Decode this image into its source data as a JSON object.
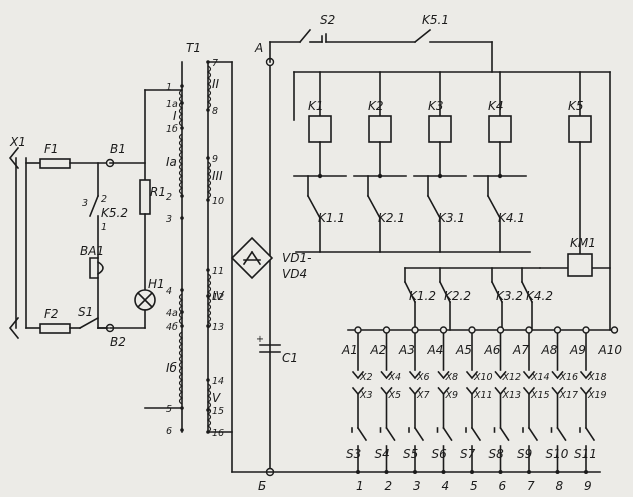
{
  "terminals": {
    "x1": "X1",
    "f1": "F1",
    "f2": "F2",
    "b1": "B1",
    "b2": "B2",
    "s1": "S1",
    "s2": "S2",
    "k52": "K5.2",
    "k51": "K5.1",
    "r1": "R1",
    "ba1": "BA1",
    "h1": "H1",
    "t1": "T1",
    "c1": "C1",
    "vd": "VD1-",
    "vd2": "VD4",
    "a": "A",
    "b": "Б",
    "km1": "KM1"
  },
  "relays": [
    "K1",
    "K2",
    "K3",
    "K4",
    "K5"
  ],
  "relay_contacts": [
    "K1.1",
    "K2.1",
    "K3.1",
    "K4.1"
  ],
  "relay_contacts2": [
    "K1.2",
    "K2.2",
    "K3.2",
    "K4.2"
  ],
  "transformer_pins": [
    "1",
    "1a",
    "1б",
    "2",
    "3",
    "4",
    "4a",
    "4б",
    "5",
    "6",
    "7",
    "8",
    "9",
    "10",
    "11",
    "12",
    "13",
    "14",
    "15",
    "16"
  ],
  "winding_labels": [
    "I",
    "II",
    "Ia",
    "III",
    "IV",
    "Iб",
    "V"
  ],
  "a_points": [
    "A1",
    "A2",
    "A3",
    "A4",
    "A5",
    "A6",
    "A7",
    "A8",
    "A9",
    "A10"
  ],
  "connectors_top": [
    "X2",
    "X4",
    "X6",
    "X8",
    "X10",
    "X12",
    "X14",
    "X16",
    "X18"
  ],
  "connectors_bottom": [
    "X3",
    "X5",
    "X7",
    "X9",
    "X11",
    "X13",
    "X15",
    "X17",
    "X19"
  ],
  "switches": [
    "S3",
    "S4",
    "S5",
    "S6",
    "S7",
    "S8",
    "S9",
    "S10",
    "S11"
  ],
  "bottom_numbers": [
    "1",
    "2",
    "3",
    "4",
    "5",
    "6",
    "7",
    "8",
    "9"
  ],
  "small_pins": {
    "k52_left": "3",
    "k52_top": "2",
    "k52_bottom": "1"
  }
}
